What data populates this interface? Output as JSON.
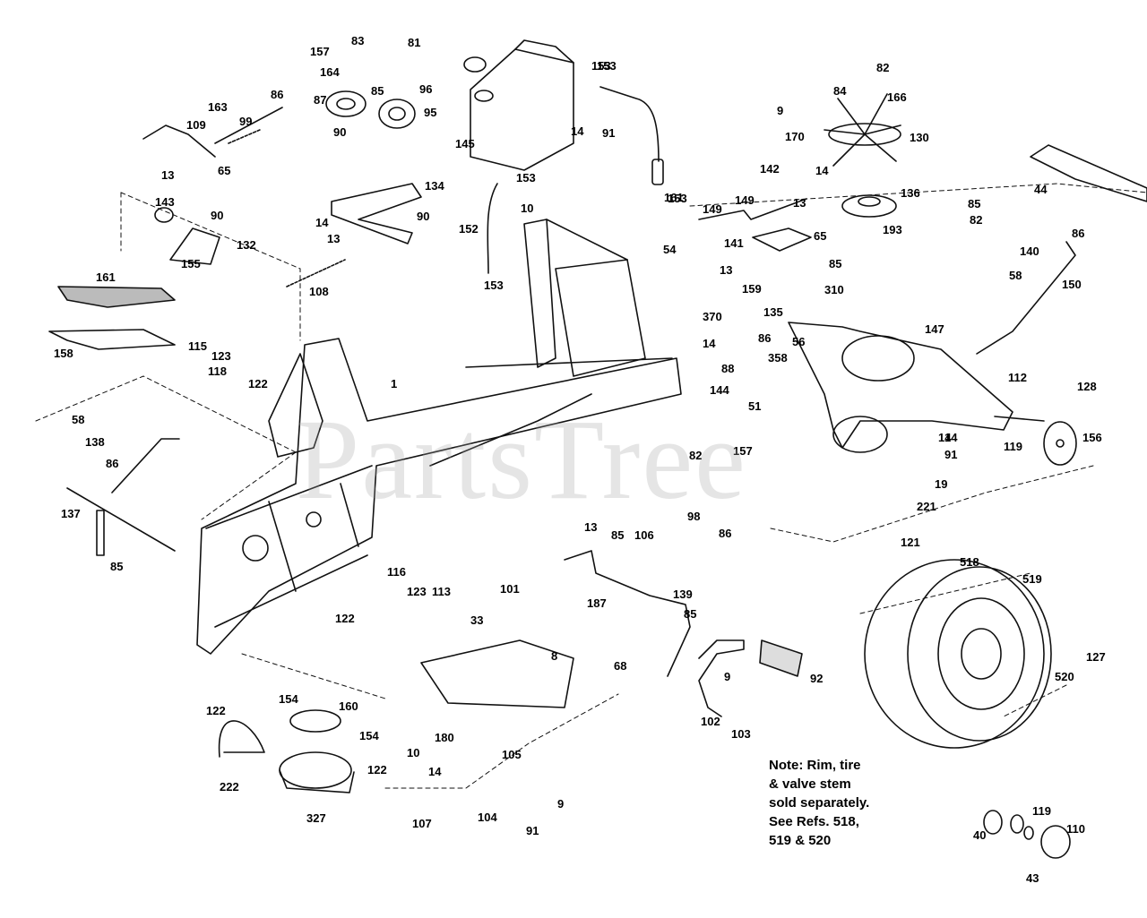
{
  "watermark": "PartsTree",
  "note": {
    "lines": [
      "Note:  Rim, tire",
      "& valve stem",
      "sold separately.",
      "See Refs. 518,",
      "519 & 520"
    ]
  },
  "callouts": [
    "83",
    "81",
    "157",
    "164",
    "85",
    "87",
    "96",
    "95",
    "90",
    "86",
    "99",
    "163",
    "109",
    "65",
    "13",
    "134",
    "14",
    "90",
    "13",
    "143",
    "90",
    "132",
    "155",
    "161",
    "108",
    "158",
    "115",
    "123",
    "118",
    "122",
    "1",
    "58",
    "138",
    "86",
    "137",
    "85",
    "149",
    "153",
    "145",
    "14",
    "91",
    "153",
    "153",
    "161",
    "153",
    "152",
    "10",
    "153",
    "54",
    "82",
    "84",
    "166",
    "9",
    "170",
    "130",
    "142",
    "14",
    "13",
    "65",
    "136",
    "193",
    "149",
    "141",
    "85",
    "159",
    "310",
    "135",
    "13",
    "85",
    "44",
    "86",
    "82",
    "140",
    "58",
    "150",
    "370",
    "14",
    "86",
    "358",
    "147",
    "56",
    "88",
    "144",
    "51",
    "112",
    "128",
    "157",
    "82",
    "14",
    "91",
    "119",
    "156",
    "14",
    "19",
    "221",
    "121",
    "13",
    "85",
    "106",
    "98",
    "86",
    "116",
    "123",
    "113",
    "101",
    "33",
    "122",
    "187",
    "139",
    "85",
    "68",
    "9",
    "92",
    "102",
    "103",
    "8",
    "122",
    "154",
    "160",
    "154",
    "122",
    "222",
    "327",
    "10",
    "180",
    "14",
    "105",
    "107",
    "104",
    "91",
    "9",
    "518",
    "519",
    "127",
    "520",
    "40",
    "119",
    "43",
    "110"
  ]
}
